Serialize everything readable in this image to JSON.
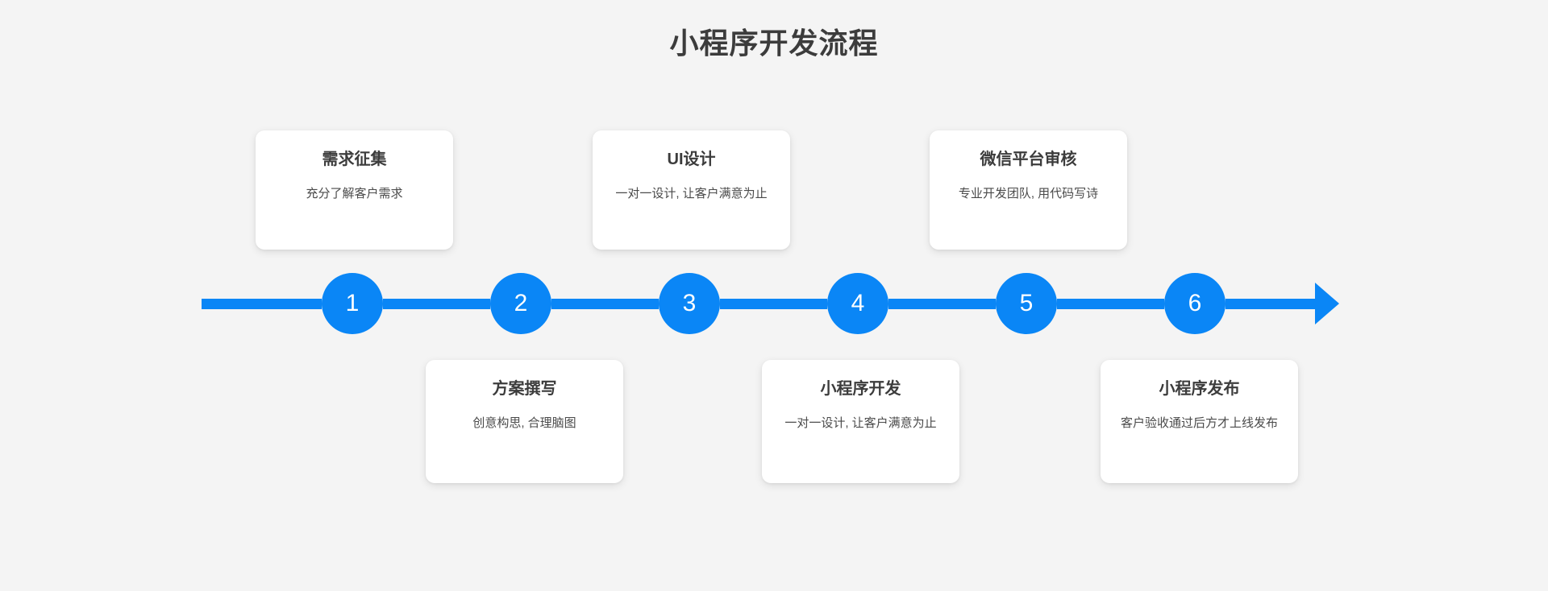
{
  "page": {
    "title": "小程序开发流程",
    "background_color": "#f4f4f4",
    "accent_color": "#0a86f6",
    "title_color": "#3c3c3c",
    "card_background": "#ffffff"
  },
  "timeline": {
    "direction": "left-to-right",
    "arrow_icon": "arrow-right-icon",
    "nodes": [
      {
        "number": "1"
      },
      {
        "number": "2"
      },
      {
        "number": "3"
      },
      {
        "number": "4"
      },
      {
        "number": "5"
      },
      {
        "number": "6"
      }
    ]
  },
  "steps": [
    {
      "number": "1",
      "position": "top",
      "title": "需求征集",
      "desc": "充分了解客户需求"
    },
    {
      "number": "2",
      "position": "bottom",
      "title": "方案撰写",
      "desc": "创意构思, 合理脑图"
    },
    {
      "number": "3",
      "position": "top",
      "title": "UI设计",
      "desc": "一对一设计, 让客户满意为止"
    },
    {
      "number": "4",
      "position": "bottom",
      "title": "小程序开发",
      "desc": "一对一设计, 让客户满意为止"
    },
    {
      "number": "5",
      "position": "top",
      "title": "微信平台审核",
      "desc": "专业开发团队, 用代码写诗"
    },
    {
      "number": "6",
      "position": "bottom",
      "title": "小程序发布",
      "desc": "客户验收通过后方才上线发布"
    }
  ]
}
